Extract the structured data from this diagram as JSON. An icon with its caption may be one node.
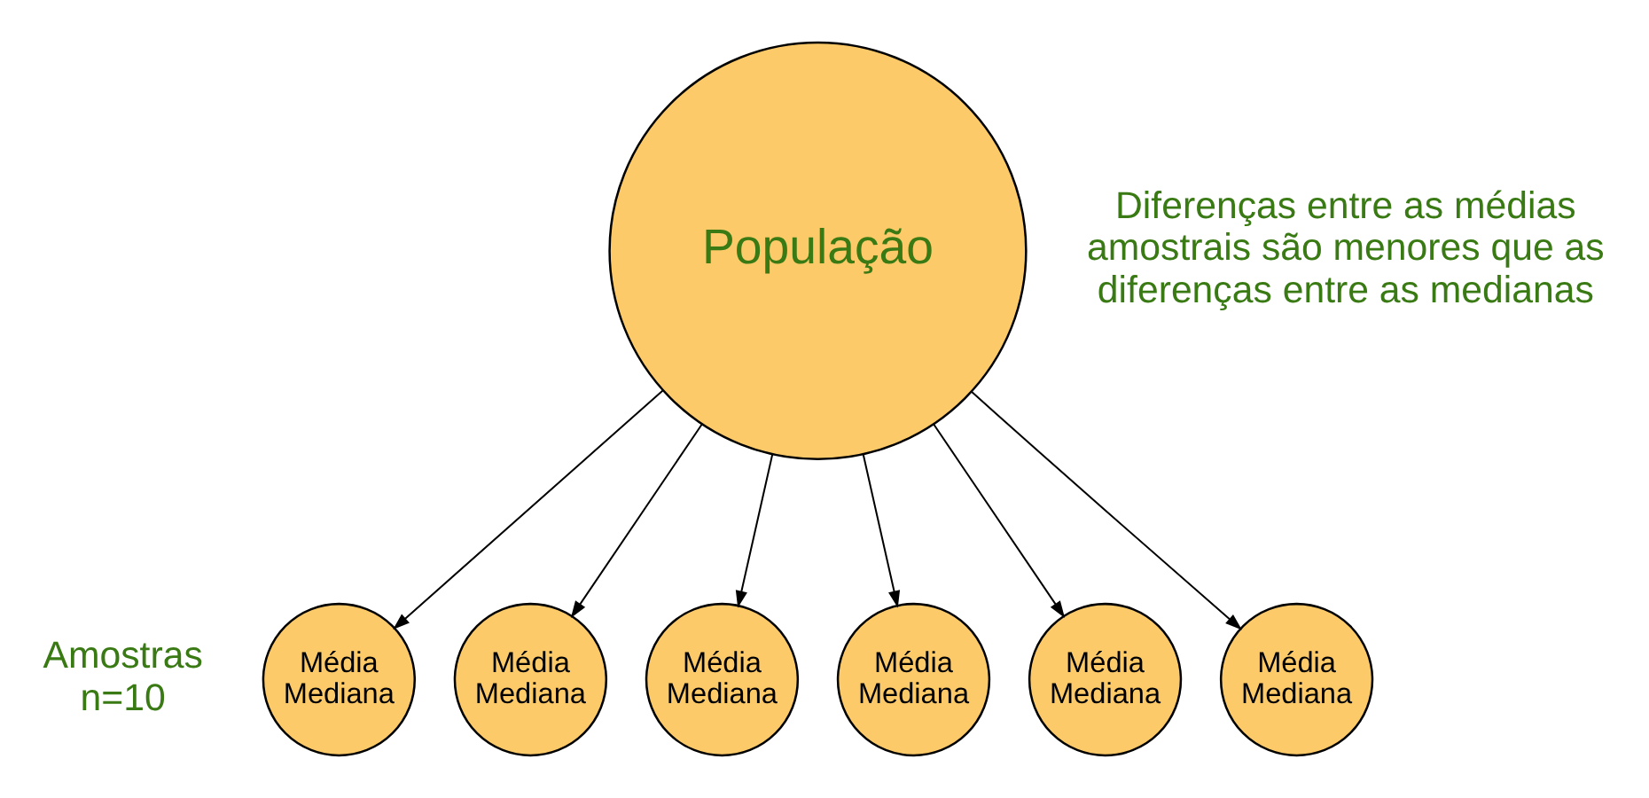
{
  "diagram": {
    "nodes": [
      {
        "text": [
          "População"
        ]
      },
      {
        "text": [
          "Média",
          "Mediana"
        ]
      },
      {
        "text": [
          "Média",
          "Mediana"
        ]
      },
      {
        "text": [
          "Média",
          "Mediana"
        ]
      },
      {
        "text": [
          "Média",
          "Mediana"
        ]
      },
      {
        "text": [
          "Média",
          "Mediana"
        ]
      },
      {
        "text": [
          "Média",
          "Mediana"
        ]
      }
    ],
    "edges": [
      {
        "from": 0,
        "to": 1,
        "arrow": "to"
      },
      {
        "from": 0,
        "to": 2,
        "arrow": "to"
      },
      {
        "from": 0,
        "to": 3,
        "arrow": "to"
      },
      {
        "from": 0,
        "to": 4,
        "arrow": "to"
      },
      {
        "from": 0,
        "to": 5,
        "arrow": "to"
      },
      {
        "from": 0,
        "to": 6,
        "arrow": "to"
      }
    ],
    "labels": [
      "Diferenças entre as médias amostrais são menores que as diferenças entre as medianas",
      "Amostras n=10"
    ]
  }
}
